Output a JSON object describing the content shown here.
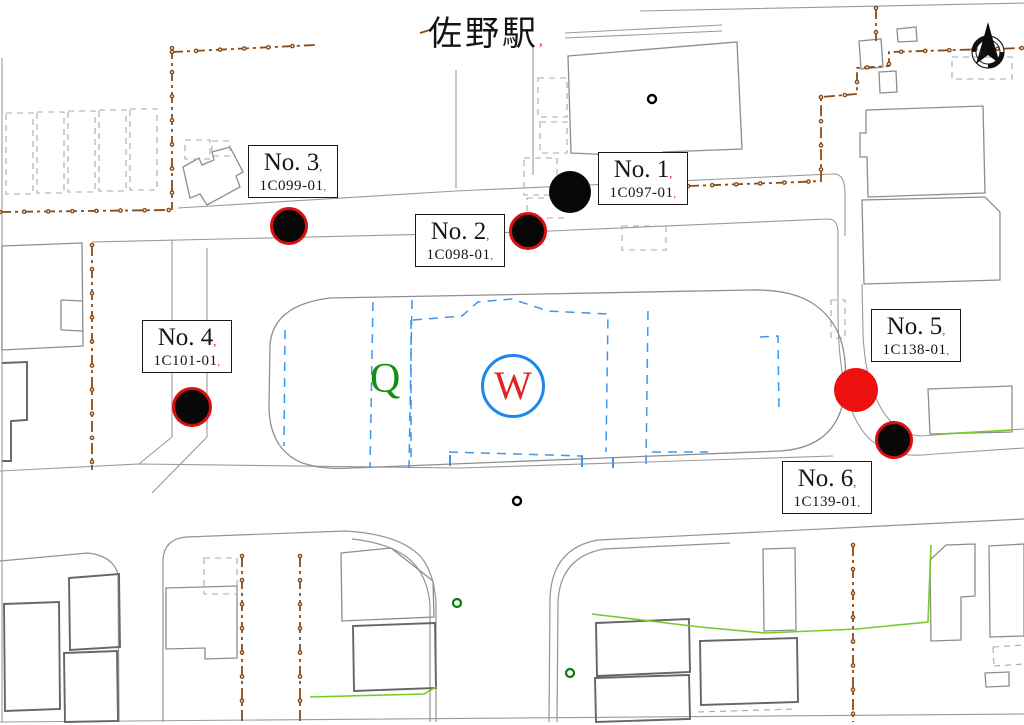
{
  "title": {
    "text": "佐野駅",
    "mark": ","
  },
  "symbols": {
    "rotary_w": "W",
    "planting_q": "Q",
    "compass_n": "N"
  },
  "markers": [
    {
      "no": "No. 1",
      "id": "1C097-01",
      "mark": ",",
      "style": "black"
    },
    {
      "no": "No. 2",
      "id": "1C098-01",
      "mark": ",",
      "style": "black-red-ring"
    },
    {
      "no": "No. 3",
      "id": "1C099-01",
      "mark": ",",
      "style": "black-red-ring"
    },
    {
      "no": "No. 4",
      "id": "1C101-01",
      "mark": ",",
      "style": "black-red-ring"
    },
    {
      "no": "No. 5",
      "id": "1C138-01",
      "mark": ",",
      "style": "red"
    },
    {
      "no": "No. 6",
      "id": "1C139-01",
      "mark": ",",
      "style": "black-red-ring"
    }
  ],
  "colors": {
    "marker_black": "#070707",
    "marker_ring_red": "#d81010",
    "marker_red": "#ee0f0f",
    "boundary_brown": "#8a4a16",
    "road_gray": "#9a9a9a",
    "guide_blue": "#3d95ee",
    "vegetation_green": "#72cc29",
    "manhole_green": "#0b7d0b",
    "symbol_green": "#149114",
    "w_circle_blue": "#1e86ee",
    "w_text_red": "#e22222"
  }
}
